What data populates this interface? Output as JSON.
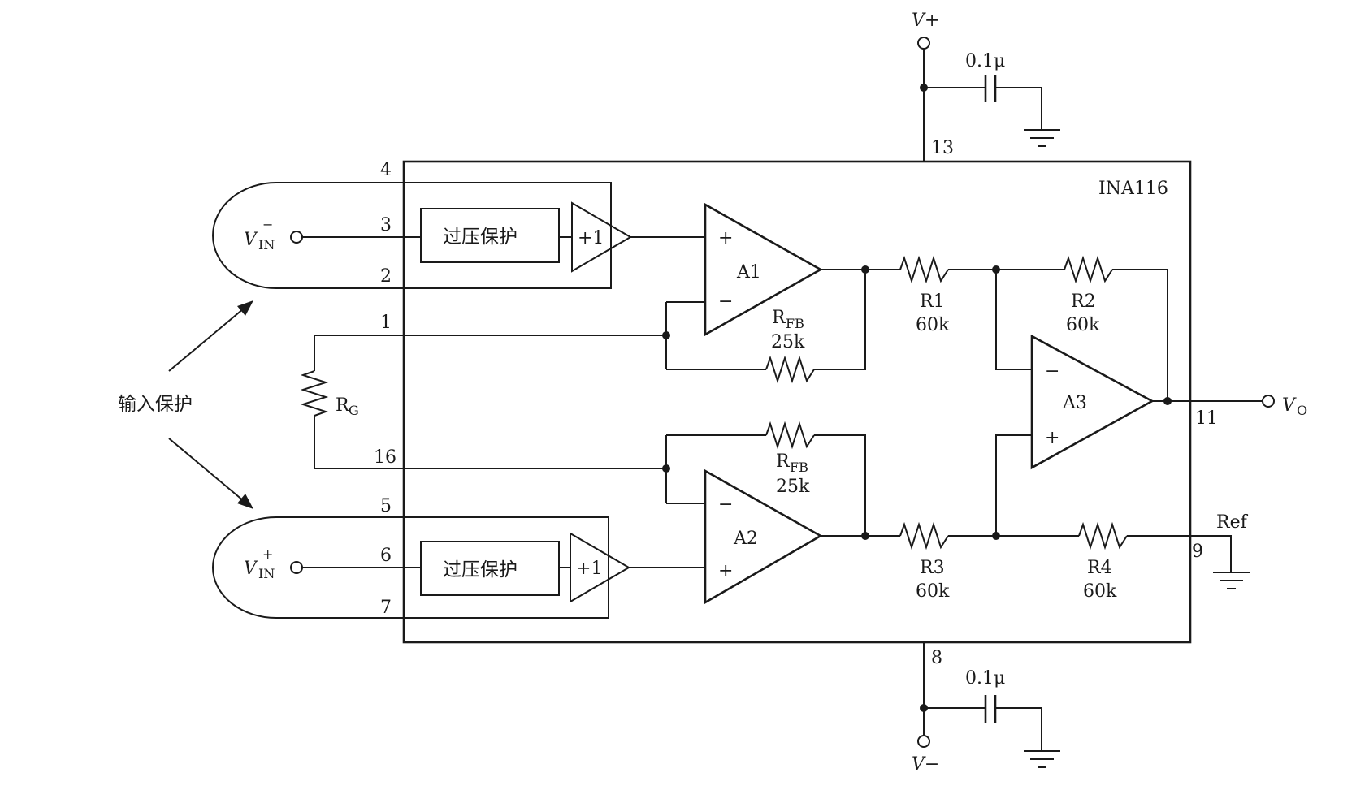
{
  "chip": {
    "name": "INA116"
  },
  "pins": {
    "p1": "1",
    "p2": "2",
    "p3": "3",
    "p4": "4",
    "p5": "5",
    "p6": "6",
    "p7": "7",
    "p8": "8",
    "p9": "9",
    "p11": "11",
    "p13": "13",
    "p16": "16"
  },
  "supply": {
    "vplus": "V+",
    "vminus": "V−",
    "cap_top": "0.1μ",
    "cap_bottom": "0.1μ"
  },
  "inputs": {
    "vin_minus": {
      "main": "V",
      "sub": "IN",
      "sup": "−"
    },
    "vin_plus": {
      "main": "V",
      "sub": "IN",
      "sup": "+"
    },
    "protection_label": "输入保护"
  },
  "blocks": {
    "ovp_top": "过压保护",
    "ovp_bottom": "过压保护",
    "buf_top": "+1",
    "buf_bottom": "+1"
  },
  "opamps": {
    "a1": {
      "name": "A1",
      "plus": "+",
      "minus": "−"
    },
    "a2": {
      "name": "A2",
      "plus": "+",
      "minus": "−"
    },
    "a3": {
      "name": "A3",
      "plus": "+",
      "minus": "−"
    }
  },
  "resistors": {
    "rfb_top": {
      "main": "R",
      "sub": "FB",
      "value": "25k"
    },
    "rfb_bottom": {
      "main": "R",
      "sub": "FB",
      "value": "25k"
    },
    "r1": {
      "name": "R1",
      "value": "60k"
    },
    "r2": {
      "name": "R2",
      "value": "60k"
    },
    "r3": {
      "name": "R3",
      "value": "60k"
    },
    "r4": {
      "name": "R4",
      "value": "60k"
    },
    "rg": {
      "main": "R",
      "sub": "G"
    }
  },
  "output": {
    "main": "V",
    "sub": "O"
  },
  "ref": {
    "label": "Ref"
  }
}
